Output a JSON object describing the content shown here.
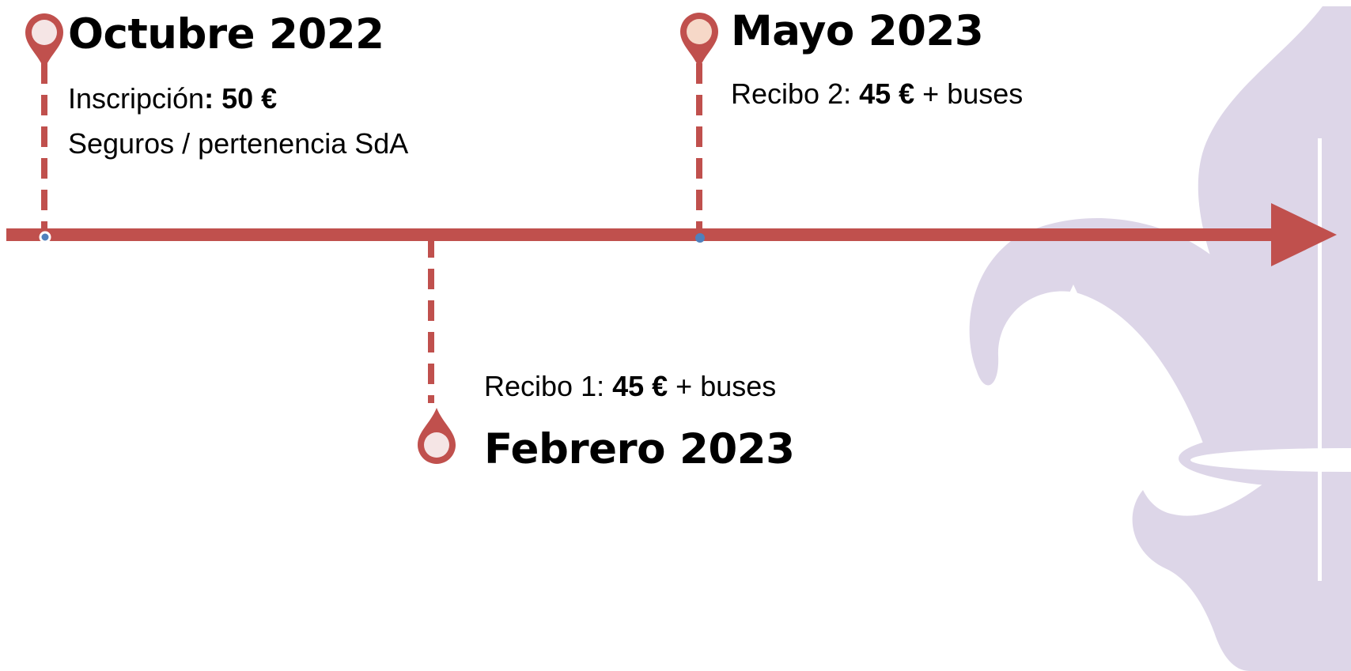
{
  "colors": {
    "accent": "#c0504d",
    "marker_fill_light": "#f5e5e5",
    "marker_fill_peach": "#f6d8c8",
    "anchor_dot": "#4f81bd",
    "watermark": "#ddd6e8"
  },
  "watermark": {
    "icon": "fleur-de-lis-icon"
  },
  "timeline": {
    "events": [
      {
        "id": "octubre-2022",
        "title": "Octubre 2022",
        "lines": [
          {
            "prefix": "Inscripción",
            "bold": ": 50 €",
            "suffix": ""
          },
          {
            "prefix": "Seguros / pertenencia SdA",
            "bold": "",
            "suffix": ""
          }
        ]
      },
      {
        "id": "febrero-2023",
        "title": "Febrero 2023",
        "lines": [
          {
            "prefix": "Recibo 1: ",
            "bold": "45 €",
            "suffix": " + buses"
          }
        ]
      },
      {
        "id": "mayo-2023",
        "title": "Mayo 2023",
        "lines": [
          {
            "prefix": "Recibo 2: ",
            "bold": "45 €",
            "suffix": " + buses"
          }
        ]
      }
    ]
  }
}
